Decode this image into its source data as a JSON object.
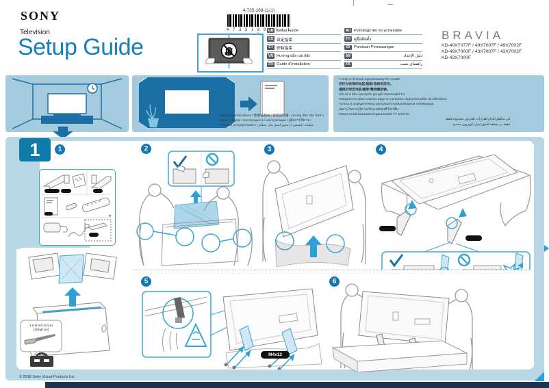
{
  "header": {
    "logo": "SONY",
    "product_type": "Television",
    "title": "Setup Guide",
    "part_number": "4-735-168-11(1)",
    "barcode_digits": "4 7 3 5 1 6 8 1 1 ( 1 )"
  },
  "brand": {
    "name": "BRAVIA",
    "models": [
      "KD-49X7077F / 49X7007F / 49X7002F",
      "KD-49X7000F / 43X7007F / 43X7002F",
      "KD-43X7000F"
    ]
  },
  "languages": {
    "col1": [
      {
        "code": "GB",
        "label": "Setup Guide"
      },
      {
        "code": "CS",
        "label": "设定指南"
      },
      {
        "code": "CT",
        "label": "安裝指南"
      },
      {
        "code": "VN",
        "label": "Hướng dẫn cài đặt"
      },
      {
        "code": "FR",
        "label": "Guide d'installation"
      }
    ],
    "col2": [
      {
        "code": "RU",
        "label": "Руководство по установке"
      },
      {
        "code": "TH",
        "label": "คู่มือติดตั้ง"
      },
      {
        "code": "ID",
        "label": "Panduan Pemasangan"
      },
      {
        "code": "AR",
        "label": "دليل الإعداد"
      },
      {
        "code": "FA",
        "label": "راهنمای نصب"
      }
    ]
  },
  "intro": {
    "manual_caption_lines": [
      "Operating Instructions / 使用说明书 / 使用說明書 / Hướng dẫn Vận hành /",
      "Mode d'emploi / Инструкция по эксплуатации / คู่มือการใช้งาน /",
      "Petunjuk pengoperasian / عمليات التشغيل / دستورالعمل های عملکرد"
    ],
    "region_star": "*",
    "region_note_lines": [
      "Only on limited region/country/TV model.",
      "仅针对有限的地区/国家/电视机型号。",
      "僅限於特定地區/國家/電視機型號。",
      "Chỉ có ở khu vực/quốc gia giới hạn/model TV.",
      "Uniquement dans certains pays ou certaines régions/modèle de téléviseur.",
      "Только в определенных регионах/странах/модели телевизора.",
      "เฉพาะในบางภูมิภาค/ประเทศ/รุ่นทีวีเท่านั้น",
      "Hanya untuk kawasan/negara/model TV tertentu.",
      "في مناطق/بلدان/طرازات تلفزيون محدودة فقط",
      "فقط در منطقه/کشور/مدل تلویزیون محدود"
    ]
  },
  "section": {
    "number": "1",
    "steps": [
      "1",
      "2",
      "3",
      "4",
      "5",
      "6"
    ],
    "torque_line1": "1.5 N·m/1.5 N·m",
    "torque_line2": "{15 kgf·cm}",
    "screw_label": "M4x12"
  },
  "footer": {
    "copyright": "© 2018 Sony Visual Products Inc."
  },
  "colors": {
    "accent_blue": "#1580bb",
    "panel_blue": "#a3cbdd",
    "section_blue": "#b9d8e6",
    "cyan": "#3aa6d4",
    "solid_blue": "#1b6fa5",
    "navy_bar": "#1d3454"
  }
}
